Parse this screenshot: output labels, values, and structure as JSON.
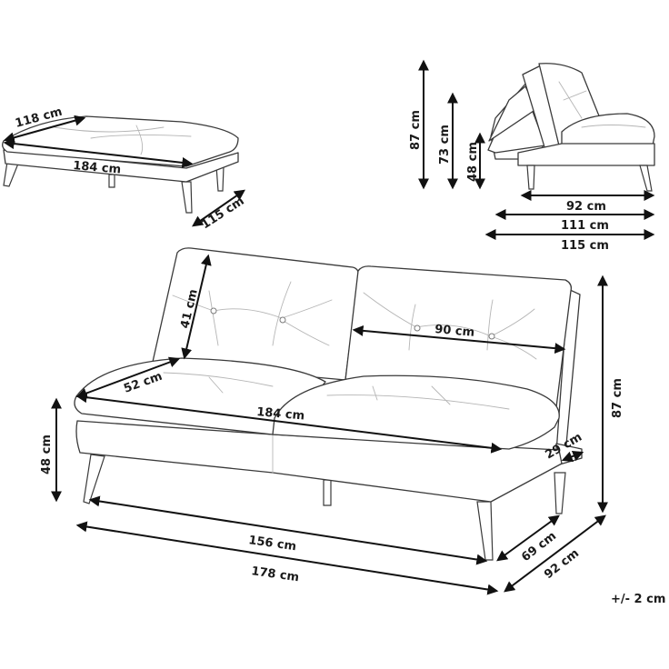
{
  "views": {
    "bed_mode": {
      "depth_label": "118 cm",
      "length_label": "184 cm",
      "height_label": "115 cm"
    },
    "side_profile": {
      "height_back_label": "87 cm",
      "height_mid_label": "73 cm",
      "seat_height_label": "48 cm",
      "depth_upright_label": "92 cm",
      "depth_mid_label": "111 cm",
      "depth_reclined_label": "115 cm"
    },
    "sofa_front": {
      "backrest_height_label": "41 cm",
      "seat_depth_label": "52 cm",
      "seat_width_label": "184 cm",
      "cushion_width_label": "90 cm",
      "total_height_label": "87 cm",
      "seat_height_label": "48 cm",
      "arm_label": "29 cm",
      "inner_leg_width_label": "156 cm",
      "total_width_label": "178 cm",
      "leg_depth_label": "69 cm",
      "total_depth_label": "92 cm"
    }
  },
  "tolerance": "+/- 2 cm",
  "colors": {
    "line": "#3a3a3a",
    "dimension": "#111111",
    "background": "#ffffff"
  }
}
